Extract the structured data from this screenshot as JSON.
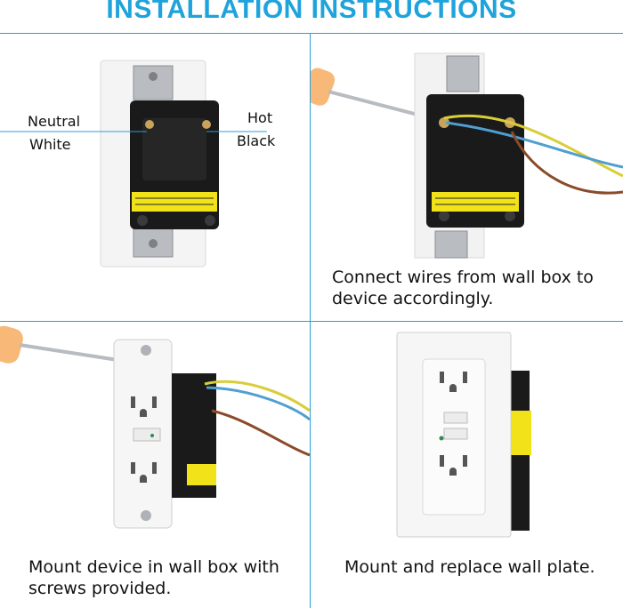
{
  "title": "INSTALLATION INSTRUCTIONS",
  "colors": {
    "accent": "#1fa3db",
    "label_yellow": "#f2e21a",
    "device_black": "#1a1a1a"
  },
  "panels": [
    {
      "id": "wiring-labels",
      "labels": {
        "neutral": "Neutral",
        "white": "White",
        "hot": "Hot",
        "black": "Black"
      }
    },
    {
      "id": "connect",
      "caption": [
        "Connect wires from wall box to",
        "device accordingly."
      ]
    },
    {
      "id": "mount-device",
      "caption": [
        "Mount device in wall box with",
        "screws provided."
      ]
    },
    {
      "id": "mount-plate",
      "caption": [
        "Mount and replace wall plate."
      ]
    }
  ]
}
